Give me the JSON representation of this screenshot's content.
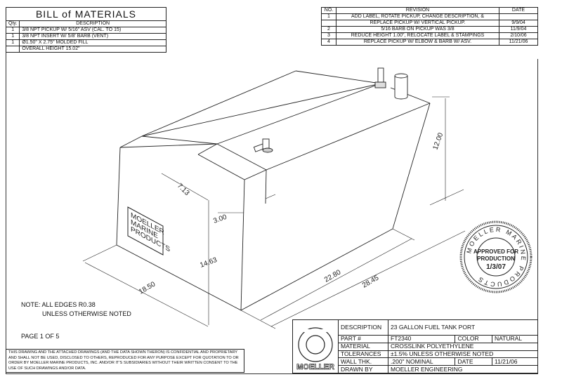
{
  "bom": {
    "title": "BILL of MATERIALS",
    "headers": [
      "Qty.",
      "DESCRIPTION"
    ],
    "rows": [
      {
        "qty": "1",
        "desc": "3/8 NPT PICKUP W/ 5/16\" ASV (CAL. TO 15)"
      },
      {
        "qty": "1",
        "desc": "3/8 NPT INSERT W/ 5/8' BARB (VENT)"
      },
      {
        "qty": "1",
        "desc": "Ø1.50\" X 2.75\" MOLDED FILL"
      },
      {
        "qty": "",
        "desc": "OVERALL HEIGHT 15.02\""
      }
    ]
  },
  "revisions": {
    "headers": [
      "NO.",
      "REVISION",
      "DATE"
    ],
    "rows": [
      {
        "no": "1",
        "rev": "ADD LABEL, ROTATE PICKUP, CHANGE DESCRIPTION, &",
        "date": ""
      },
      {
        "no": "",
        "rev": "REPLACE PICKUP W/ VERTICAL PICKUP.",
        "date": "9/9/04"
      },
      {
        "no": "2",
        "rev": "5/16 BARB ON PICKUP WAS 3/8",
        "date": "11/9/04"
      },
      {
        "no": "3",
        "rev": "REDUCE HEIGHT 1.00\", RELOCATE LABEL & STAMPINGS",
        "date": "2/10/06"
      },
      {
        "no": "4",
        "rev": "REPLACE PICKUP W/ ELBOW & BARB W/ ASV.",
        "date": "11/21/06"
      }
    ]
  },
  "drawing": {
    "dims": {
      "d1": "12.00",
      "d2": "7.13",
      "d3": "3.00",
      "d4": "14.63",
      "d5": "18.50",
      "d6": "22.80",
      "d7": "28.45"
    },
    "label_plate": [
      "MOELLER",
      "MARINE",
      "PRODUCTS"
    ]
  },
  "stamp": {
    "ring_text": "MOELLER MARINE PRODUCTS",
    "line1": "APPROVED FOR",
    "line2": "PRODUCTION",
    "date": "1/3/07"
  },
  "notes": {
    "line1": "NOTE: ALL EDGES R0.38",
    "line2": "UNLESS OTHERWISE NOTED",
    "page": "PAGE 1 OF 5",
    "confidential": "THIS DRAWING AND THE ATTACHED DRAWINGS (AND THE DATA SHOWN THERON) IS CONFIDENTIAL AND PROPRIETARY AND SHALL NOT BE USED, DISCLOSED TO OTHERS, REPRODUCED FOR ANY PURPOSE EXCEPT FOR QUOTATION TO OR ORDER BY MOELLER MARINE PRODUCTS, INC. AND/OR IT'S SUBSIDIARIES WITHOUT THEIR WRITTEN CONSENT TO THE USE OF SUCH DRAWINGS AND/OR DATA."
  },
  "title_block": {
    "logo": "MOELLER",
    "description_label": "DESCRIPTION",
    "description": "23 GALLON FUEL TANK PORT",
    "part_label": "PART #",
    "part": "FT2340",
    "color_label": "COLOR",
    "color": "NATURAL",
    "material_label": "MATERIAL",
    "material": "CROSSLINK POLYETHYLENE",
    "tolerances_label": "TOLERANCES",
    "tolerances": "±1.5% UNLESS OTHERWISE NOTED",
    "wall_label": "WALL THK.",
    "wall": ".200\" NOMINAL",
    "date_label": "DATE",
    "date": "11/21/06",
    "drawn_label": "DRAWN BY",
    "drawn": "MOELLER ENGINEERING"
  }
}
